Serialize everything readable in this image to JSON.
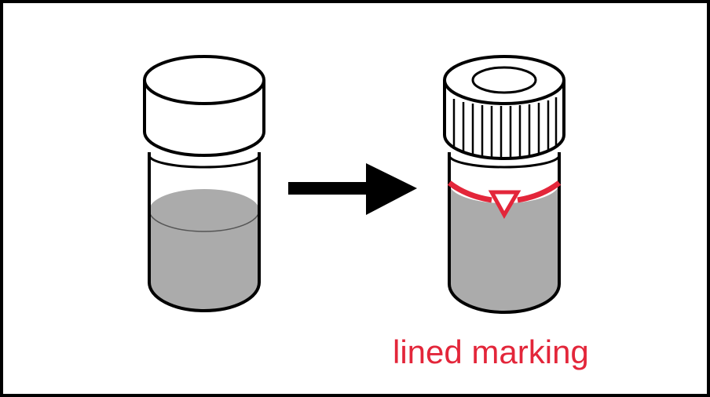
{
  "diagram": {
    "caption": "lined marking",
    "colors": {
      "outline": "#000000",
      "liquid": "#ababab",
      "marking": "#e3263a",
      "background": "#ffffff"
    },
    "icons": {
      "left_vial": "plain-cap-vial",
      "arrow": "right-arrow",
      "right_vial": "ridged-cap-vial-with-marking"
    }
  }
}
